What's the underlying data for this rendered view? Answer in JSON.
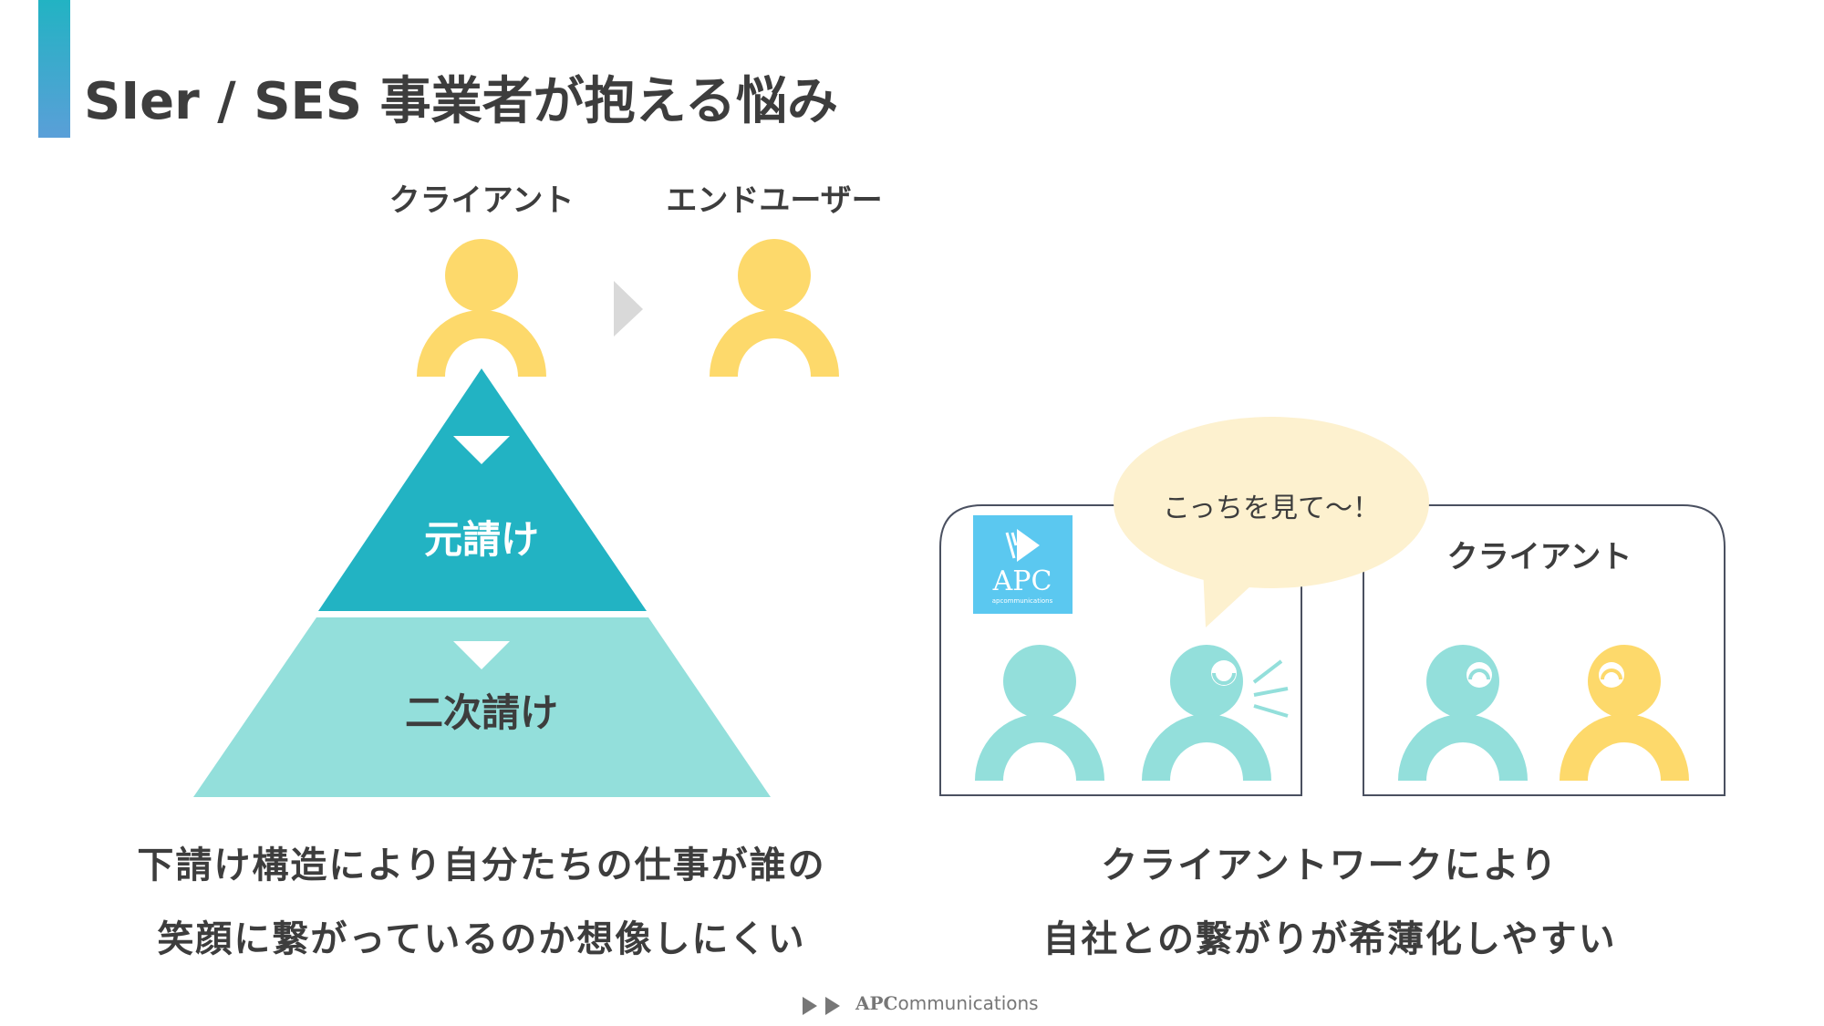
{
  "title": "SIer / SES 事業者が抱える悩み",
  "left_diagram": {
    "client_label": "クライアント",
    "enduser_label": "エンドユーザー",
    "tier1": "元請け",
    "tier2": "二次請け"
  },
  "left_caption": [
    "下請け構造により自分たちの仕事が誰の",
    "笑顔に繋がっているのか想像しにくい"
  ],
  "right_diagram": {
    "speech": "こっちを見て～！",
    "client_label": "クライアント",
    "logo_text": "APC",
    "logo_sub": "apcommunications"
  },
  "right_caption": [
    "クライアントワークにより",
    "自社との繋がりが希薄化しやすい"
  ],
  "footer": {
    "brand_bold": "APC",
    "brand_rest": "ommunications"
  },
  "colors": {
    "teal": "#22b3c3",
    "light_teal": "#93dfdb",
    "yellow": "#fdd96b",
    "logo_blue": "#5bc8f0"
  }
}
